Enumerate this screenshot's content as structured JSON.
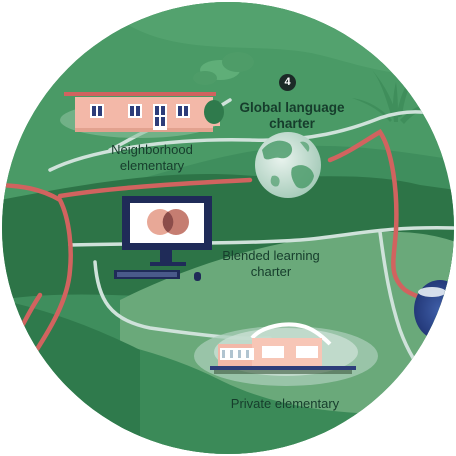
{
  "scene": {
    "colors": {
      "circle": "#3d8c5c",
      "hill_dark": "#2f7a4c",
      "hill_light": "#68a878",
      "path": "#cfe2da",
      "road": "#d1635f",
      "label_text": "#163d2c"
    }
  },
  "badge": {
    "number": "4"
  },
  "labels": {
    "neighborhood": "Neighborhood\nelementary",
    "global": "Global language\ncharter",
    "blended": "Blended learning\ncharter",
    "private": "Private elementary"
  }
}
